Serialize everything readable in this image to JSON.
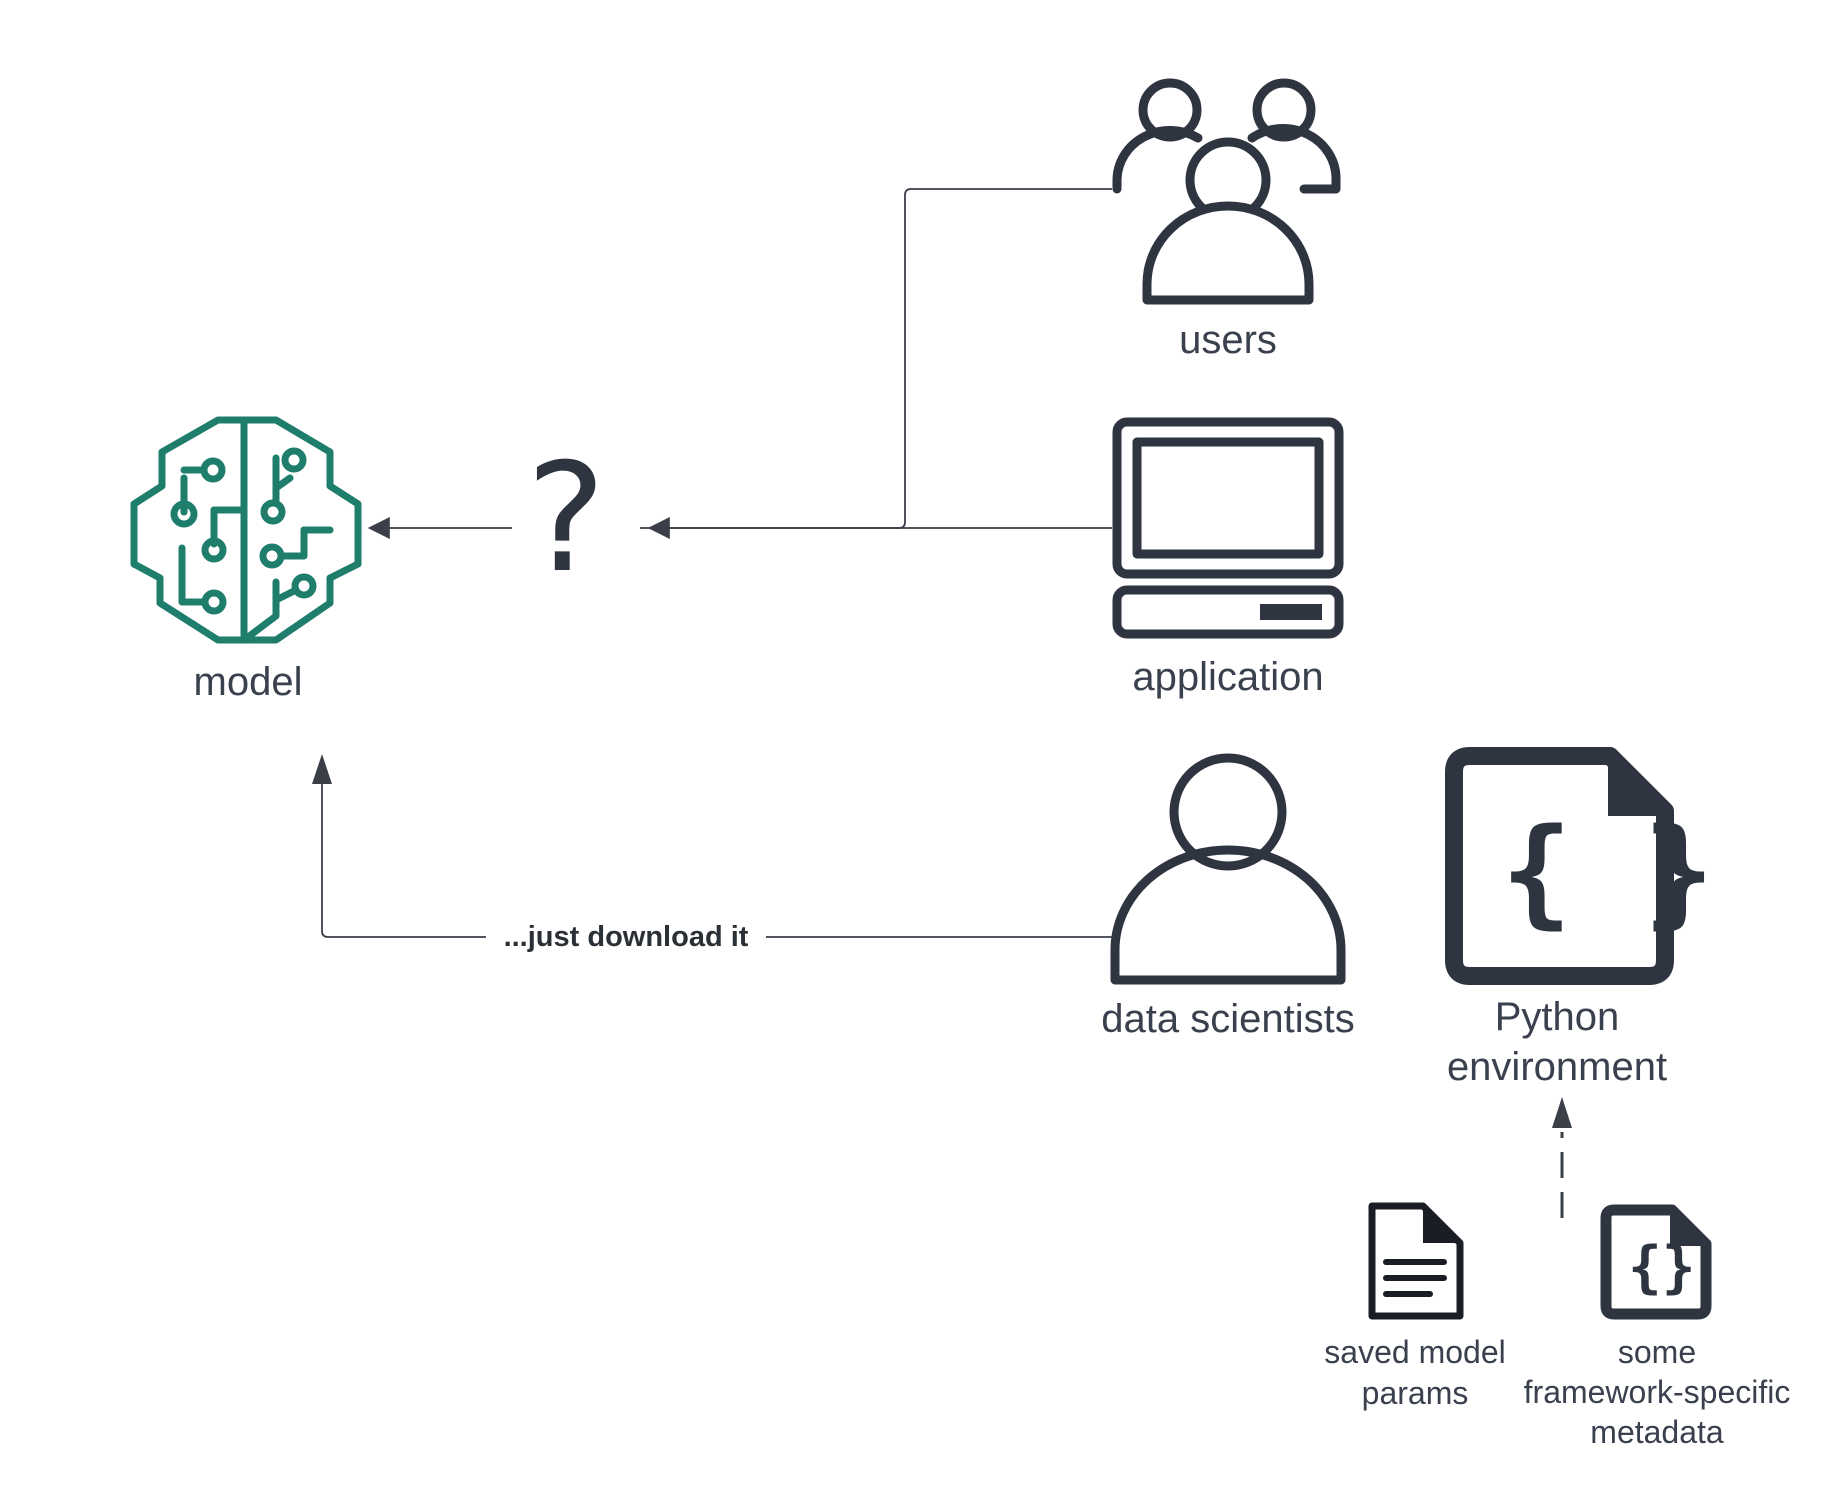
{
  "nodes": {
    "model": {
      "label": "model"
    },
    "question": {
      "label": "?"
    },
    "users": {
      "label": "users"
    },
    "application": {
      "label": "application"
    },
    "data_scientists": {
      "label": "data scientists"
    },
    "python_env": {
      "label_line1": "Python",
      "label_line2": "environment"
    },
    "saved_params": {
      "label_line1": "saved model",
      "label_line2": "params"
    },
    "framework_metadata": {
      "label_line1": "some",
      "label_line2": "framework-specific",
      "label_line3": "metadata"
    }
  },
  "edges": {
    "download": {
      "label": "...just download it"
    }
  },
  "colors": {
    "model_icon": "#1e7d6b",
    "icons": "#2e3440",
    "lines": "#3a3f48",
    "text": "#3a404d"
  }
}
